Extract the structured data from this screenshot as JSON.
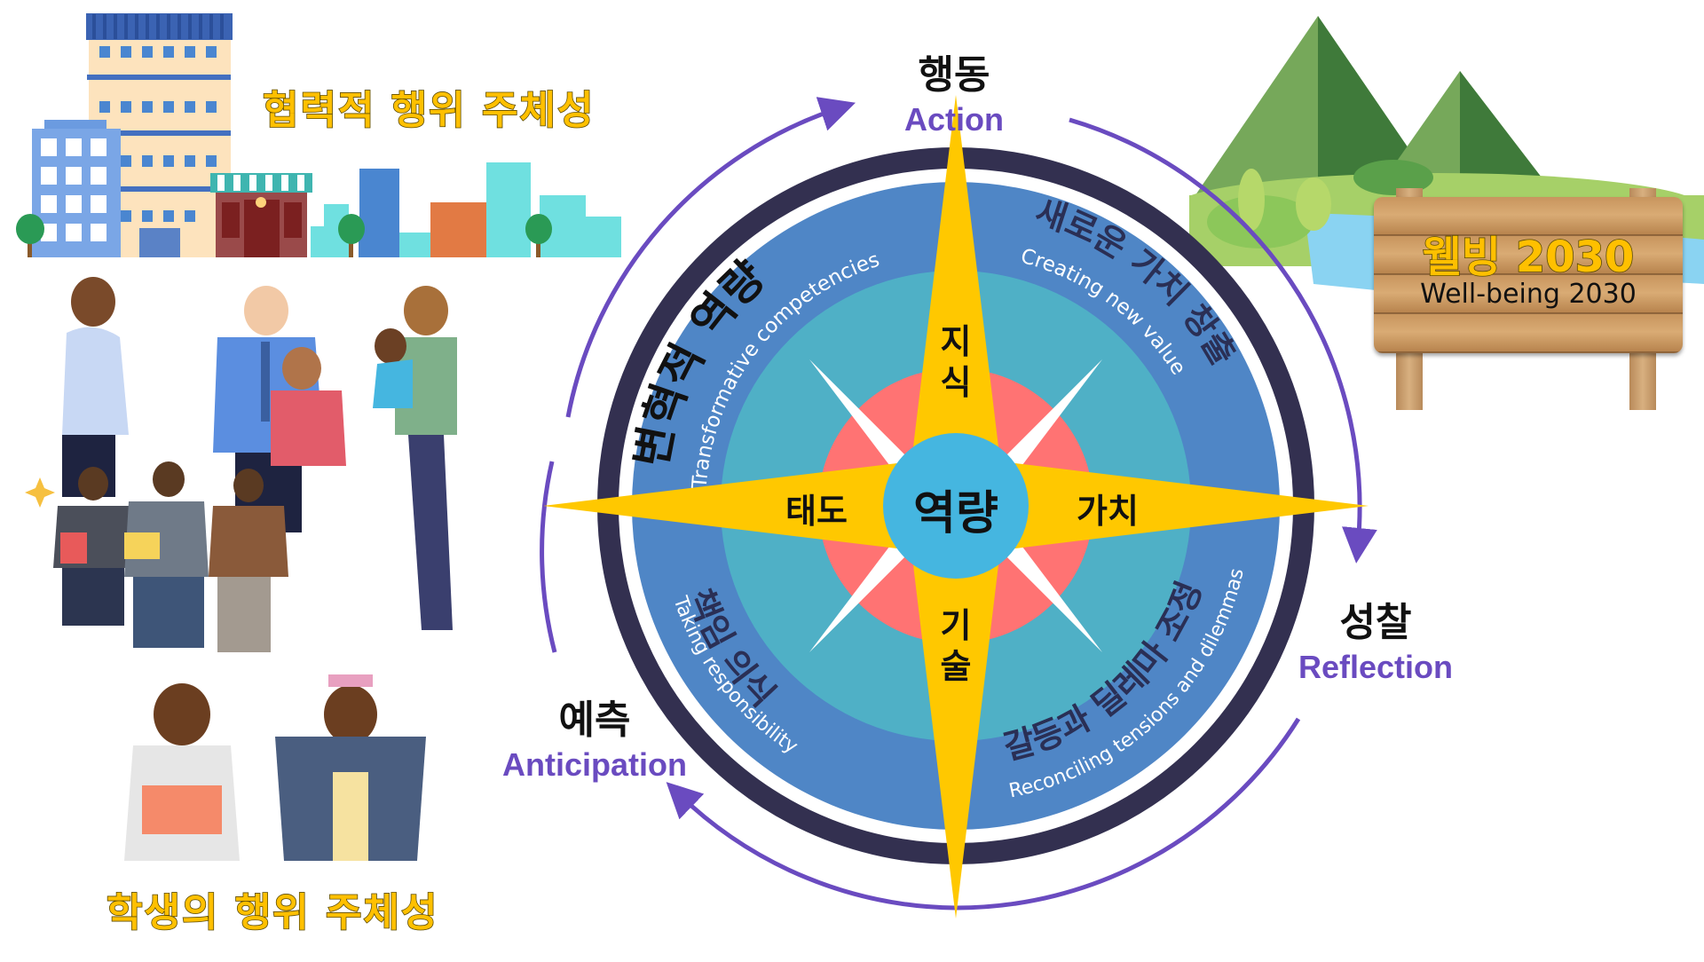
{
  "colors": {
    "accent_purple": "#6a4bc0",
    "ring_dark": "#333050",
    "outer_blue": "#4f86c6",
    "teal": "#4fb0c6",
    "pink": "#ff7373",
    "center_blue": "#45b6e0",
    "star_yellow": "#ffc800",
    "title_yellow": "#ffc000"
  },
  "left_panel": {
    "top_title": "협력적 행위 주체성",
    "bottom_title": "학생의 행위 주체성",
    "illustrations": [
      "city-buildings",
      "teachers-parents-students"
    ]
  },
  "right_panel": {
    "sign_title": "웰빙 2030",
    "sign_subtitle": "Well-being 2030",
    "illustration": "mountains-landscape"
  },
  "cycle": {
    "stages": [
      {
        "ko": "행동",
        "en": "Action"
      },
      {
        "ko": "성찰",
        "en": "Reflection"
      },
      {
        "ko": "예측",
        "en": "Anticipation"
      }
    ]
  },
  "compass": {
    "center_label": "역량",
    "inner_points": {
      "top": "지식",
      "right": "가치",
      "bottom": "기술",
      "left": "태도"
    },
    "competencies": [
      {
        "ko": "변혁적 역량",
        "en": "Transformative competencies"
      },
      {
        "ko": "새로운 가치 창출",
        "en": "Creating new value"
      },
      {
        "ko": "갈등과 딜레마 조정",
        "en": "Reconciling tensions and dilemmas"
      },
      {
        "ko": "책임 의식",
        "en": "Taking responsibility"
      }
    ]
  }
}
